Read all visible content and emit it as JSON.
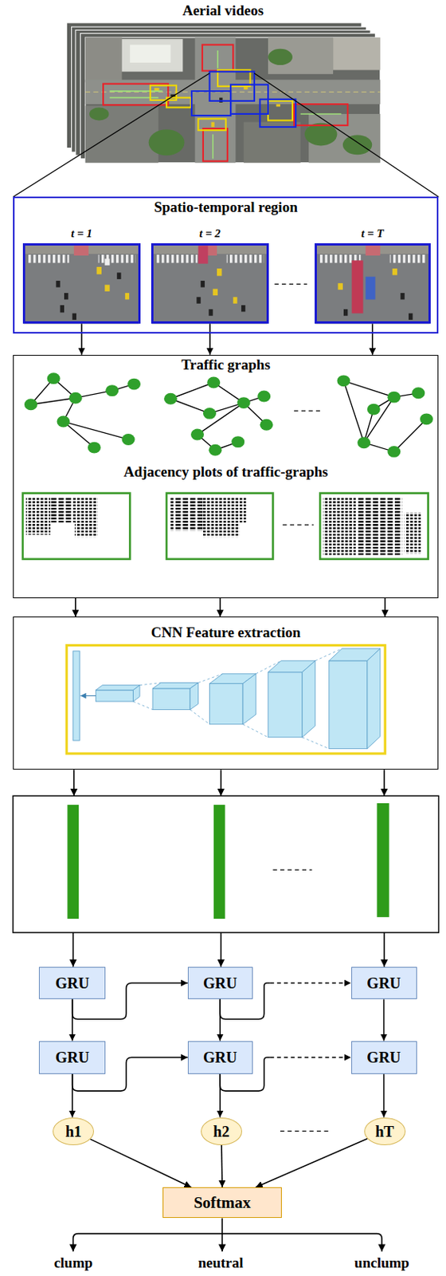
{
  "diagram": {
    "title": "Aerial videos",
    "nodes": [
      {
        "text": [
          "Spatio-temporal region"
        ]
      },
      {
        "text": [
          "t = 1"
        ],
        "in": 0
      },
      {
        "text": [
          "t = 2"
        ],
        "in": 0
      },
      {
        "text": [
          "t = T"
        ],
        "in": 0
      },
      {
        "text": [
          "Traffic graphs",
          "Adjacency plots of traffic-graphs"
        ]
      },
      {
        "text": [
          "CNN Feature extraction"
        ]
      },
      {
        "text": [
          "GRU"
        ]
      },
      {
        "text": [
          "GRU"
        ]
      },
      {
        "text": [
          "GRU"
        ]
      },
      {
        "text": [
          "GRU"
        ]
      },
      {
        "text": [
          "GRU"
        ]
      },
      {
        "text": [
          "GRU"
        ]
      },
      {
        "text": [
          "h1"
        ]
      },
      {
        "text": [
          "h2"
        ]
      },
      {
        "text": [
          "hT"
        ]
      },
      {
        "text": [
          "Softmax"
        ]
      }
    ],
    "edges": [
      {
        "from": 1,
        "to": 4,
        "arrow": "to"
      },
      {
        "from": 2,
        "to": 4,
        "arrow": "to"
      },
      {
        "from": 3,
        "to": 4,
        "arrow": "to"
      },
      {
        "from": 4,
        "to": 5,
        "arrow": "to"
      },
      {
        "from": 4,
        "to": 5,
        "arrow": "to"
      },
      {
        "from": 4,
        "to": 5,
        "arrow": "to"
      },
      {
        "from": 6,
        "to": 9,
        "arrow": "to"
      },
      {
        "from": 6,
        "to": 7,
        "arrow": "to"
      },
      {
        "from": 7,
        "to": 10,
        "arrow": "to"
      },
      {
        "from": 7,
        "to": 8,
        "arrow": "to"
      },
      {
        "from": 9,
        "to": 12,
        "arrow": "to"
      },
      {
        "from": 9,
        "to": 10,
        "arrow": "to"
      },
      {
        "from": 10,
        "to": 13,
        "arrow": "to"
      },
      {
        "from": 10,
        "to": 11,
        "arrow": "to"
      },
      {
        "from": 8,
        "to": 11,
        "arrow": "to"
      },
      {
        "from": 11,
        "to": 14,
        "arrow": "to"
      },
      {
        "from": 12,
        "to": 15,
        "arrow": "to"
      },
      {
        "from": 13,
        "to": 15,
        "arrow": "to"
      },
      {
        "from": 14,
        "to": 15,
        "arrow": "to"
      }
    ],
    "labels": [
      "clump",
      "neutral",
      "unclump"
    ]
  }
}
